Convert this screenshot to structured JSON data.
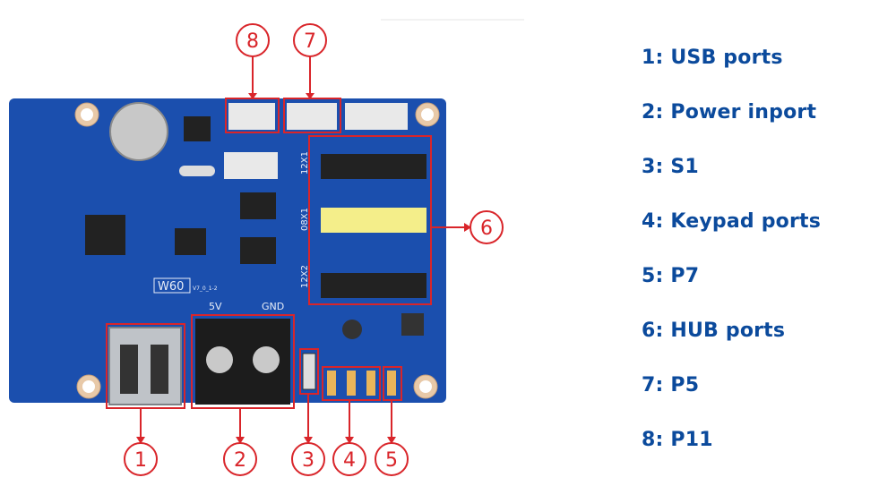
{
  "colors": {
    "board": "#1b4fae",
    "callout": "#d9252a",
    "legend_text": "#0b4a9c",
    "hub_yellow": "#f4ee8a"
  },
  "board": {
    "model_label": "W60",
    "version_label": "V7_0_1-2",
    "power_labels": [
      "5V",
      "GND"
    ],
    "hub_labels": [
      "12X1",
      "08X1",
      "12X2"
    ]
  },
  "callouts": [
    {
      "number": "1"
    },
    {
      "number": "2"
    },
    {
      "number": "3"
    },
    {
      "number": "4"
    },
    {
      "number": "5"
    },
    {
      "number": "6"
    },
    {
      "number": "7"
    },
    {
      "number": "8"
    }
  ],
  "legend": [
    "1: USB ports",
    "2: Power inport",
    "3: S1",
    "4: Keypad ports",
    "5: P7",
    "6: HUB ports",
    "7: P5",
    "8: P11"
  ]
}
